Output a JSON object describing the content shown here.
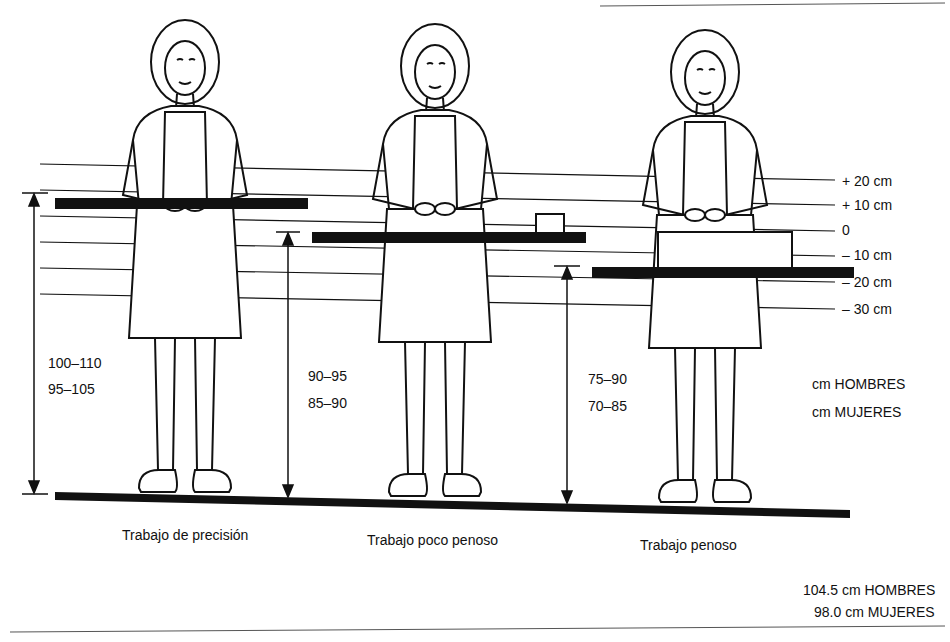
{
  "diagram": {
    "labels": [
      "+ 20 cm",
      "+ 10 cm",
      "0",
      "– 10 cm",
      "– 20 cm",
      "– 30 cm",
      "100–110",
      "95–105",
      "90–95",
      "85–90",
      "75–90",
      "70–85",
      "cm HOMBRES",
      "cm MUJERES",
      "Trabajo de precisión",
      "Trabajo poco penoso",
      "Trabajo penoso",
      "104.5 cm HOMBRES",
      "98.0 cm MUJERES"
    ]
  }
}
